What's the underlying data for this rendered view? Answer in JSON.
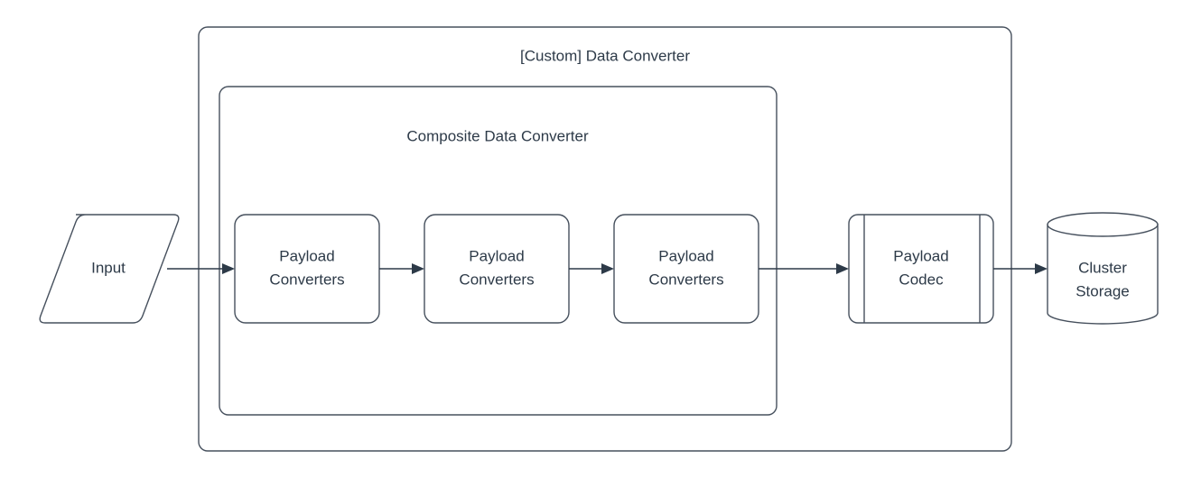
{
  "diagram": {
    "title_outer": "[Custom] Data Converter",
    "title_inner": "Composite Data Converter",
    "background_color": "#ffffff",
    "stroke_color": "#46505d",
    "text_color": "#2d3a48",
    "nodes": {
      "input": {
        "label": "Input",
        "shape": "parallelogram"
      },
      "converter1": {
        "label_line1": "Payload",
        "label_line2": "Converters",
        "shape": "rounded-rect"
      },
      "converter2": {
        "label_line1": "Payload",
        "label_line2": "Converters",
        "shape": "rounded-rect"
      },
      "converter3": {
        "label_line1": "Payload",
        "label_line2": "Converters",
        "shape": "rounded-rect"
      },
      "codec": {
        "label_line1": "Payload",
        "label_line2": "Codec",
        "shape": "subroutine"
      },
      "storage": {
        "label_line1": "Cluster",
        "label_line2": "Storage",
        "shape": "cylinder"
      }
    },
    "edges": [
      {
        "name": "input-to-converter1",
        "label": ""
      },
      {
        "name": "converter1-to-converter2",
        "label": ""
      },
      {
        "name": "converter2-to-converter3",
        "label": ""
      },
      {
        "name": "converter3-to-codec",
        "label": ""
      },
      {
        "name": "codec-to-storage",
        "label": ""
      }
    ]
  }
}
